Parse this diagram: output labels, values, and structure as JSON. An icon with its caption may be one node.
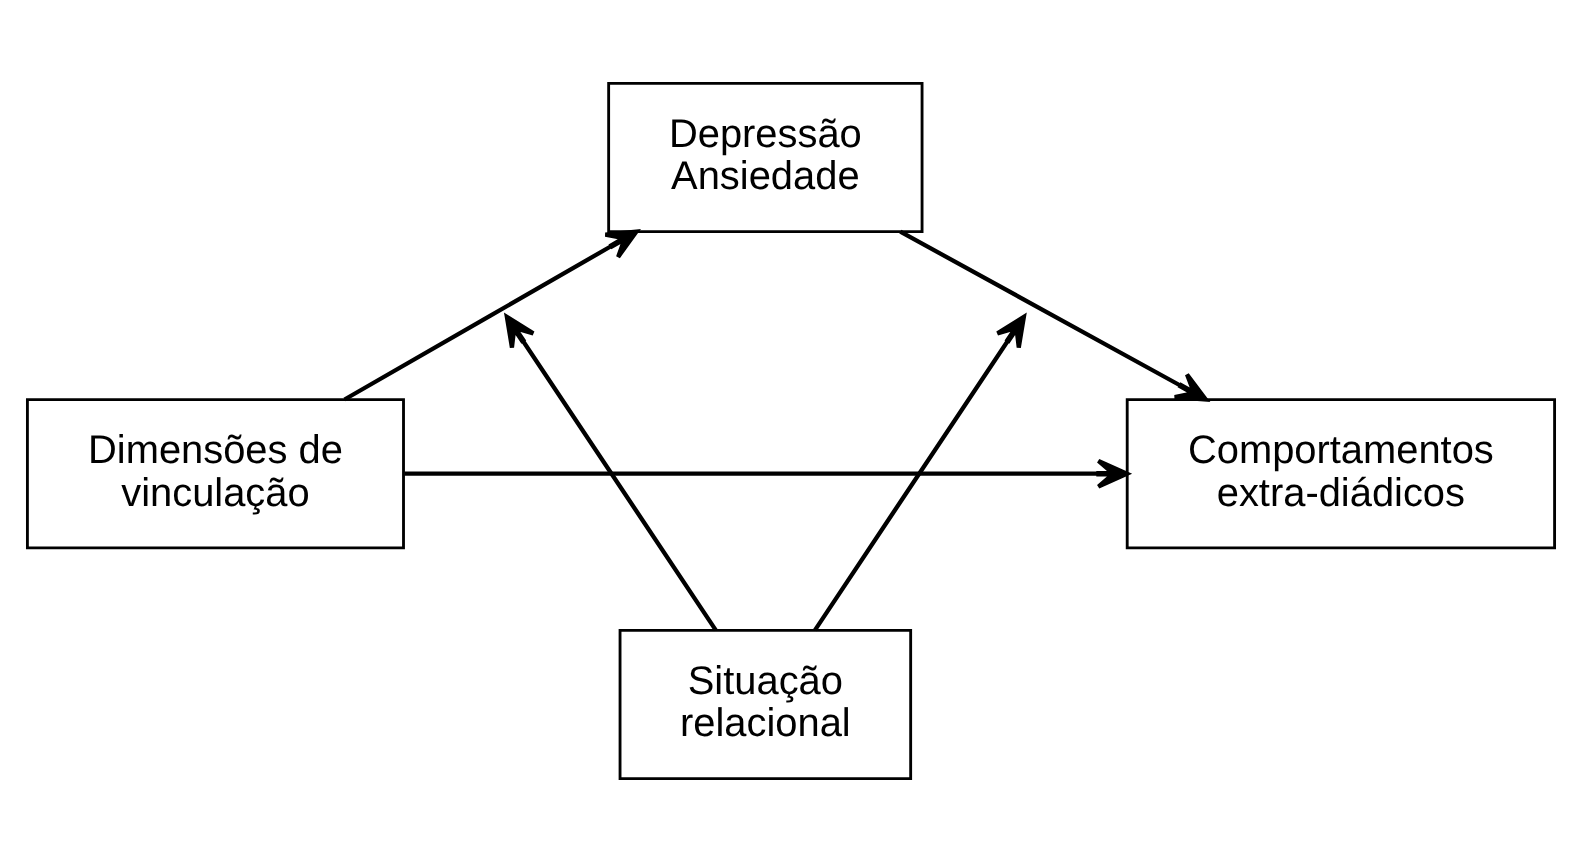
{
  "diagram": {
    "nodes": [
      {
        "text": [
          "Dimensões de vinculação"
        ]
      },
      {
        "text": [
          "Depressão Ansiedade"
        ]
      },
      {
        "text": [
          "Comportamentos extra-diádicos"
        ]
      },
      {
        "text": [
          "Situação relacional"
        ]
      }
    ],
    "edges": [
      {
        "from": 0,
        "to": 1,
        "arrow": "to"
      },
      {
        "from": 1,
        "to": 2,
        "arrow": "to"
      },
      {
        "from": 0,
        "to": 2,
        "arrow": "to"
      },
      {
        "from": 3,
        "to": null,
        "arrow": "to"
      },
      {
        "from": 3,
        "to": null,
        "arrow": "to"
      }
    ]
  }
}
